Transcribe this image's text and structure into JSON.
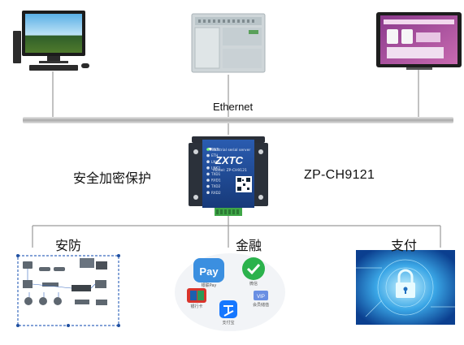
{
  "network": {
    "bus_label": "Ethernet"
  },
  "device": {
    "feature_label": "安全加密保护",
    "model_label": "ZP-CH9121",
    "brand": "ZXTC",
    "panel_title": "Industrial serial server",
    "panel_model": "Model: ZP-CH9121",
    "leds": [
      "PWR",
      "ETH",
      "LNK1",
      "LNK2",
      "TXD1",
      "RXD1",
      "TXD2",
      "RXD2"
    ]
  },
  "applications": {
    "security": {
      "label": "安防"
    },
    "finance": {
      "label": "金融",
      "payment_icons": [
        {
          "name": "pay-icon",
          "text": "Pay",
          "caption": "银联Pay",
          "color": "#3b8fe0"
        },
        {
          "name": "wechat-pay-icon",
          "text": "",
          "caption": "微信",
          "color": "#2bb24c"
        },
        {
          "name": "unionpay-card-icon",
          "text": "",
          "caption": "银行卡",
          "color": "#d9342b"
        },
        {
          "name": "alipay-icon",
          "text": "",
          "caption": "支付宝",
          "color": "#1677ff"
        },
        {
          "name": "vip-card-icon",
          "text": "VIP",
          "caption": "会员储值",
          "color": "#6a8fe3"
        }
      ]
    },
    "payment": {
      "label": "支付"
    }
  },
  "colors": {
    "line": "#9a9a9a",
    "bus": "#b5b5b5",
    "device_blue": "#1f4fa0",
    "terminal_green": "#3fa647"
  }
}
